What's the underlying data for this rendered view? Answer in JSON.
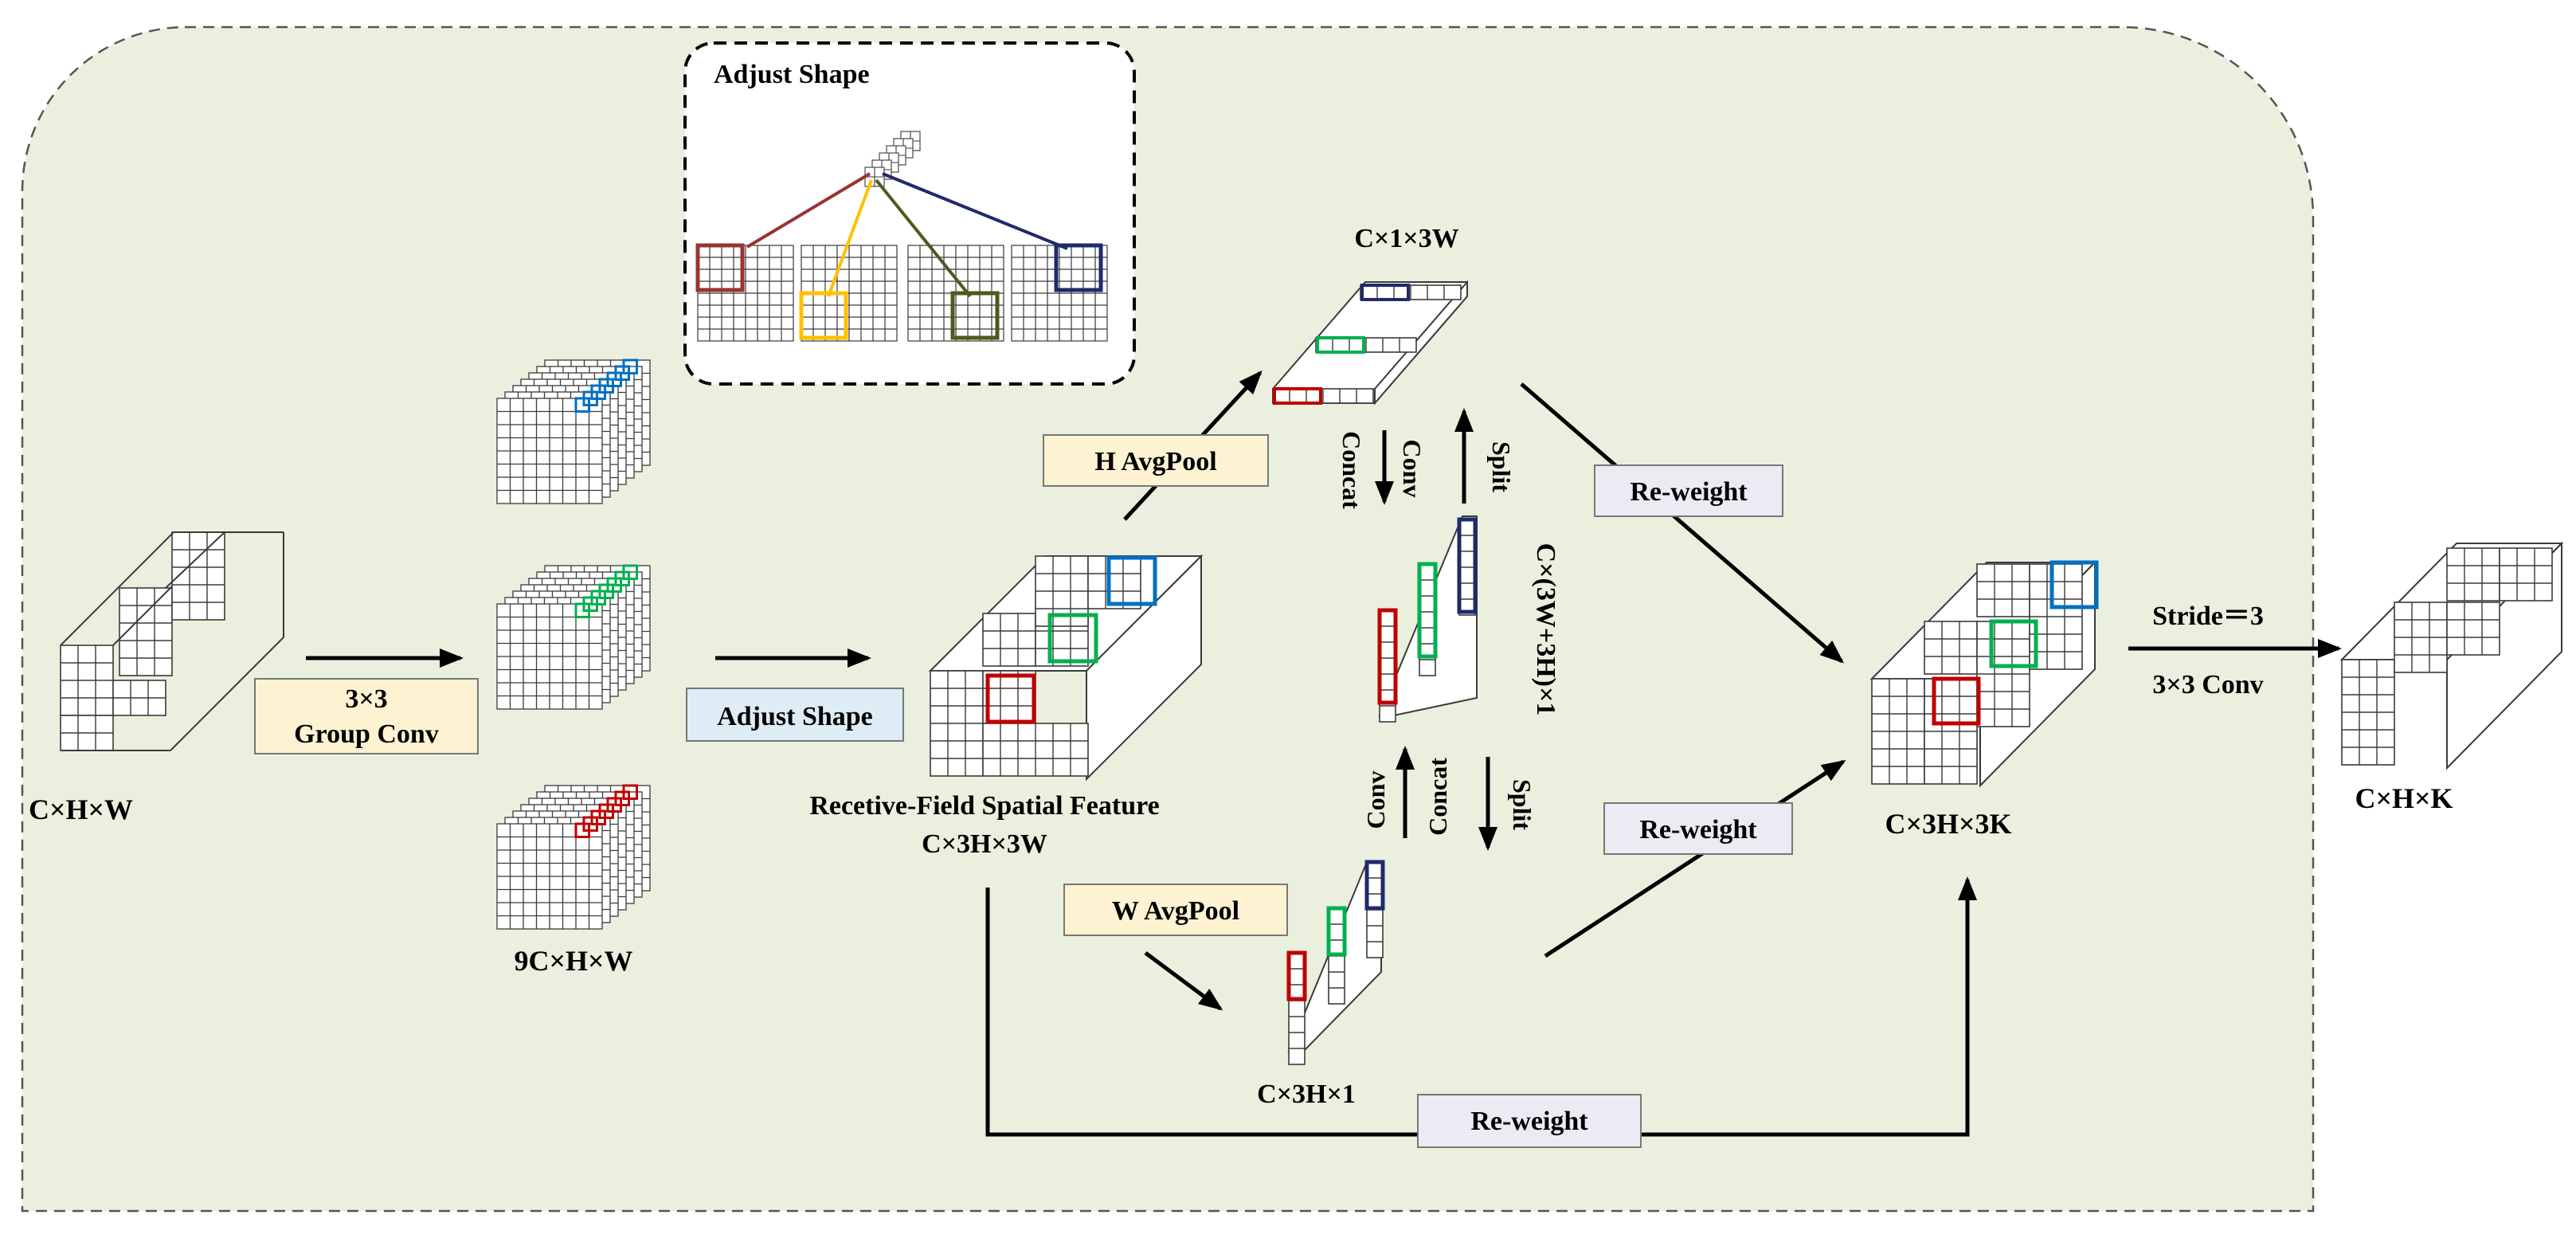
{
  "colors": {
    "panel_bg": "#eaf0dd",
    "panel_border": "#555555",
    "grid_line": "#3a3a3a",
    "red": "#c00000",
    "green": "#00b050",
    "blue": "#0070c0",
    "navy": "#1f2a6b",
    "maroon": "#993333",
    "gold": "#ffc000",
    "olive": "#4e5a1e",
    "tag_yellow": "#fdf3d2",
    "tag_blue": "#ddecf5",
    "tag_lavender": "#edeaf3"
  },
  "labels": {
    "input_dim": "C×H×W",
    "group_conv_line1": "3×3",
    "group_conv_line2": "Group Conv",
    "grouped_dim": "9C×H×W",
    "adjust_shape_tag": "Adjust Shape",
    "inset_title": "Adjust Shape",
    "rf_title": "Recetive-Field Spatial Feature",
    "rf_dim": "C×3H×3W",
    "h_avgpool": "H AvgPool",
    "w_avgpool": "W AvgPool",
    "h_pool_dim": "C×1×3W",
    "w_pool_dim": "C×3H×1",
    "concat_dim": "C×(3W+3H)×1",
    "conv_top": "Conv",
    "concat_top": "Concat",
    "split_top": "Split",
    "conv_bottom": "Conv",
    "concat_bottom": "Concat",
    "split_bottom": "Split",
    "reweight_top": "Re-weight",
    "reweight_mid": "Re-weight",
    "reweight_bottom": "Re-weight",
    "reweighted_dim": "C×3H×3K",
    "stride": "Stride＝3",
    "conv3x3": "3×3 Conv",
    "output_dim": "C×H×K"
  }
}
